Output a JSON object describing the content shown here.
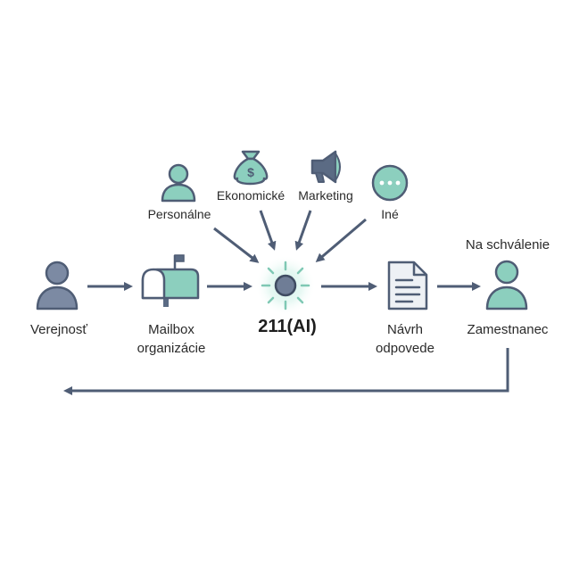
{
  "nodes": {
    "public": {
      "label": "Verejnosť"
    },
    "mailbox": {
      "label": "Mailbox\norganizácie"
    },
    "ai": {
      "label": "211(AI)"
    },
    "draft": {
      "label": "Návrh\nodpovede"
    },
    "employee": {
      "label": "Zamestnanec"
    }
  },
  "categories": {
    "personal": {
      "label": "Personálne",
      "icon": "person-icon"
    },
    "economic": {
      "label": "Ekonomické",
      "icon": "money-bag-icon"
    },
    "marketing": {
      "label": "Marketing",
      "icon": "megaphone-icon"
    },
    "other": {
      "label": "Iné",
      "icon": "chat-bubble-icon"
    }
  },
  "approval_label": "Na schválenie",
  "colors": {
    "slate": "#5b6b84",
    "teal": "#7fc8b4",
    "teal_glow": "#aee3d4",
    "paper": "#eef1f5",
    "line": "#4f5d75"
  }
}
